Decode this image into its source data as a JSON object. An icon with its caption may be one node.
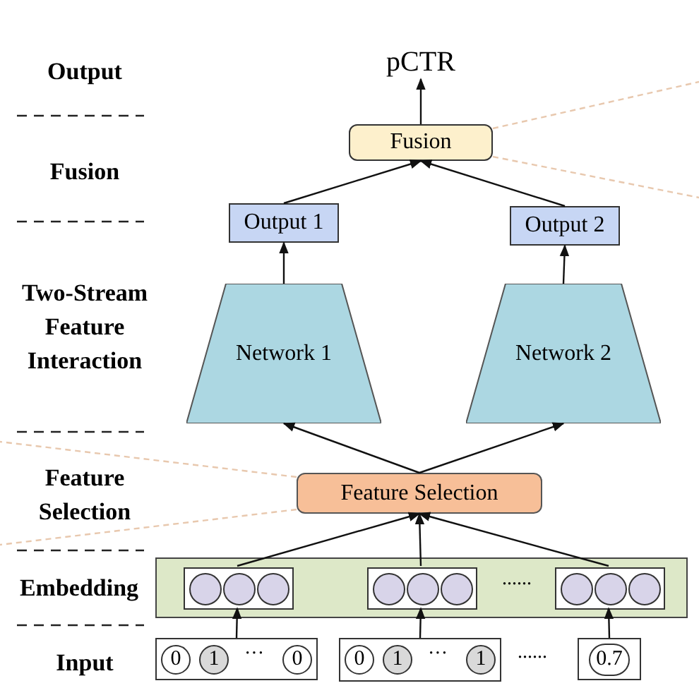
{
  "diagram": {
    "nodes": [
      {
        "text": [
          "pCTR"
        ]
      },
      {
        "text": [
          "Fusion"
        ]
      },
      {
        "text": [
          "Output 1"
        ]
      },
      {
        "text": [
          "Output 2"
        ]
      },
      {
        "text": [
          "Network 1"
        ]
      },
      {
        "text": [
          "Network 2"
        ]
      },
      {
        "text": [
          "Feature Selection"
        ]
      },
      {
        "text": [],
        "shape": "box"
      },
      {
        "text": [],
        "shape": "box",
        "in": 7
      },
      {
        "text": [],
        "shape": "circle",
        "in": 8
      },
      {
        "text": [],
        "shape": "circle",
        "in": 8
      },
      {
        "text": [],
        "shape": "circle",
        "in": 8
      },
      {
        "text": [],
        "shape": "box",
        "in": 7
      },
      {
        "text": [],
        "shape": "circle",
        "in": 12
      },
      {
        "text": [],
        "shape": "circle",
        "in": 12
      },
      {
        "text": [],
        "shape": "circle",
        "in": 12
      },
      {
        "text": [],
        "shape": "box",
        "in": 7
      },
      {
        "text": [],
        "shape": "circle",
        "in": 16
      },
      {
        "text": [],
        "shape": "circle",
        "in": 16
      },
      {
        "text": [],
        "shape": "circle",
        "in": 16
      },
      {
        "text": [],
        "shape": "box"
      },
      {
        "text": [
          "0"
        ],
        "in": 20
      },
      {
        "text": [
          "1"
        ],
        "in": 20
      },
      {
        "text": [
          "0"
        ],
        "in": 20
      },
      {
        "text": [],
        "shape": "box"
      },
      {
        "text": [
          "0"
        ],
        "in": 24
      },
      {
        "text": [
          "1"
        ],
        "in": 24
      },
      {
        "text": [
          "1"
        ],
        "in": 24
      },
      {
        "text": [],
        "shape": "box"
      },
      {
        "text": [
          "0.7"
        ],
        "in": 28
      }
    ],
    "edges": [
      {
        "from": 1,
        "to": 0,
        "arrow": "to"
      },
      {
        "from": 2,
        "to": 1,
        "arrow": "to"
      },
      {
        "from": 3,
        "to": 1,
        "arrow": "to"
      },
      {
        "from": 4,
        "to": 2,
        "arrow": "to"
      },
      {
        "from": 5,
        "to": 3,
        "arrow": "to"
      },
      {
        "from": 6,
        "to": 4,
        "arrow": "to"
      },
      {
        "from": 6,
        "to": 5,
        "arrow": "to"
      },
      {
        "from": 8,
        "to": 6,
        "arrow": "to"
      },
      {
        "from": 12,
        "to": 6,
        "arrow": "to"
      },
      {
        "from": 16,
        "to": 6,
        "arrow": "to"
      },
      {
        "from": 20,
        "to": 8,
        "arrow": "to"
      },
      {
        "from": 24,
        "to": 12,
        "arrow": "to"
      },
      {
        "from": 28,
        "to": 16,
        "arrow": "to"
      },
      {
        "from": 1,
        "to": null,
        "arrow": "none",
        "style": "dashed",
        "color": "#e8c8ae"
      },
      {
        "from": 1,
        "to": null,
        "arrow": "none",
        "style": "dashed",
        "color": "#e8c8ae"
      },
      {
        "from": 6,
        "to": null,
        "arrow": "none",
        "style": "dashed",
        "color": "#e8c8ae"
      },
      {
        "from": 6,
        "to": null,
        "arrow": "none",
        "style": "dashed",
        "color": "#e8c8ae"
      }
    ],
    "labels": [
      "Output",
      "Fusion",
      "Two-Stream Feature Interaction",
      "Feature Selection",
      "Embedding",
      "......",
      "Input",
      "···",
      "···",
      "......"
    ]
  }
}
